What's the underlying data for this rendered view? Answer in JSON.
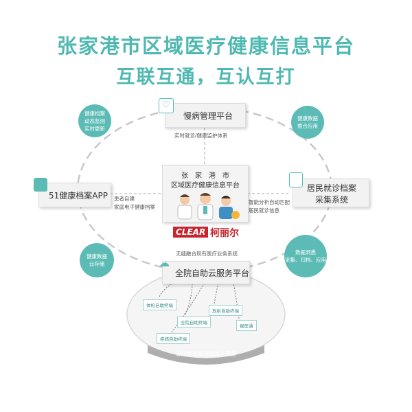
{
  "title": {
    "line1": "张家港市区域医疗健康信息平台",
    "line2": "互联互通，互认互打"
  },
  "center": {
    "line1": "张　家　港　市",
    "line2": "区域医疗健康信息平台"
  },
  "brand": {
    "logo_text": "CLEAR",
    "name": "柯丽尔"
  },
  "nodes": {
    "chronic": {
      "label": "慢病管理平台",
      "caption": "实时就诊/健康监护体系"
    },
    "app": {
      "label": "51健康档案APP",
      "caption1": "患者自建",
      "caption2": "家庭电子健康档案"
    },
    "records": {
      "label1": "居民就诊档案",
      "label2": "采集系统",
      "caption1": "智能分析自动匹配",
      "caption2": "居民就诊信息"
    },
    "cloud": {
      "label": "全院自助云服务平台",
      "caption": "无缝融合现有医疗业务系统"
    }
  },
  "bubbles": {
    "top_left": [
      "健康档案",
      "动态监测",
      "实时更新"
    ],
    "top_right": [
      "健康数据",
      "整合应用"
    ],
    "bottom_left": [
      "健康数据",
      "云存储"
    ],
    "bottom_right": [
      "数据洞悉",
      "采集、归档、应用"
    ]
  },
  "terminals": [
    "体检自助终端",
    "全院自助终端",
    "放射自助终端",
    "疾病自助终端",
    "掘医通"
  ],
  "footer": "诊疗数据高速链路全覆盖",
  "colors": {
    "accent": "#5cbcb5",
    "title": "#4fb8b0",
    "brand_red": "#c8262e"
  }
}
